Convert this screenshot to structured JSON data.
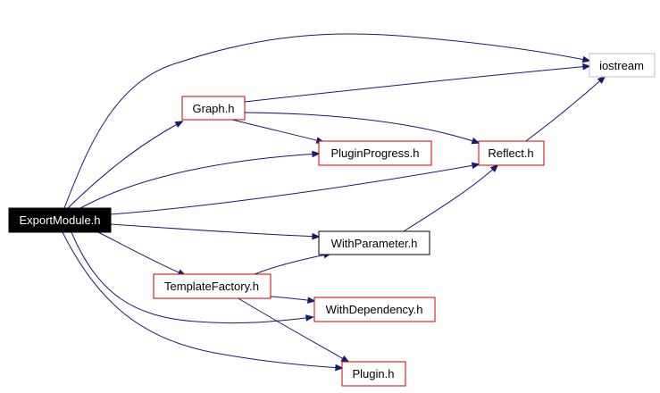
{
  "graph": {
    "nodes": [
      {
        "id": "export",
        "label": "ExportModule.h",
        "style": "root"
      },
      {
        "id": "iostream",
        "label": "iostream",
        "style": "system"
      },
      {
        "id": "graph",
        "label": "Graph.h",
        "style": "red"
      },
      {
        "id": "progress",
        "label": "PluginProgress.h",
        "style": "red"
      },
      {
        "id": "reflect",
        "label": "Reflect.h",
        "style": "red"
      },
      {
        "id": "withparam",
        "label": "WithParameter.h",
        "style": "black"
      },
      {
        "id": "template",
        "label": "TemplateFactory.h",
        "style": "red"
      },
      {
        "id": "withdep",
        "label": "WithDependency.h",
        "style": "red"
      },
      {
        "id": "plugin",
        "label": "Plugin.h",
        "style": "red"
      }
    ],
    "edges": [
      {
        "from": "export",
        "to": "iostream"
      },
      {
        "from": "export",
        "to": "graph"
      },
      {
        "from": "export",
        "to": "progress"
      },
      {
        "from": "export",
        "to": "reflect"
      },
      {
        "from": "export",
        "to": "withparam"
      },
      {
        "from": "export",
        "to": "template"
      },
      {
        "from": "export",
        "to": "withdep"
      },
      {
        "from": "export",
        "to": "plugin"
      },
      {
        "from": "graph",
        "to": "iostream"
      },
      {
        "from": "graph",
        "to": "progress"
      },
      {
        "from": "graph",
        "to": "reflect"
      },
      {
        "from": "reflect",
        "to": "iostream"
      },
      {
        "from": "withparam",
        "to": "reflect"
      },
      {
        "from": "template",
        "to": "withparam"
      },
      {
        "from": "template",
        "to": "withdep"
      },
      {
        "from": "template",
        "to": "plugin"
      }
    ],
    "colors": {
      "edge": "#191970",
      "root_fill": "#000000",
      "root_text": "#ffffff",
      "red_border": "#cc0000",
      "black_border": "#000000",
      "system_border": "#bfbfbf",
      "node_fill": "#ffffff",
      "node_text": "#000000"
    }
  }
}
